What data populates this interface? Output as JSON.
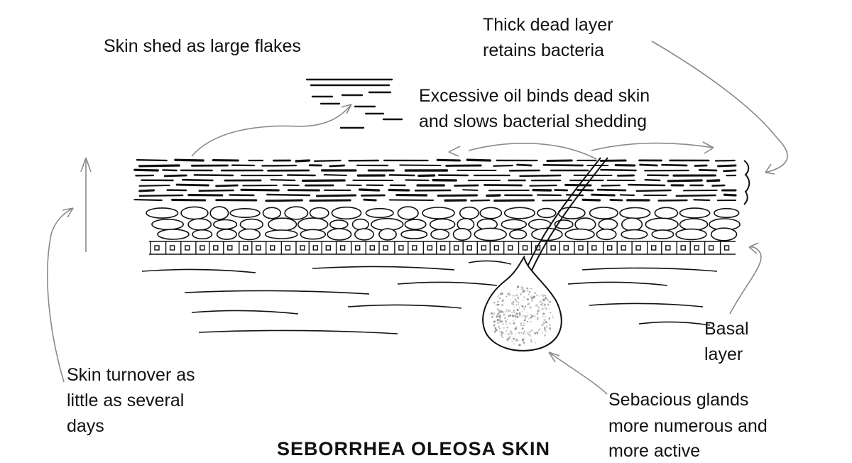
{
  "labels": {
    "flakes": "Skin shed as large flakes",
    "dead_layer": [
      "Thick dead layer",
      "retains bacteria"
    ],
    "oil": [
      "Excessive oil binds dead skin",
      "and slows bacterial shedding"
    ],
    "basal": [
      "Basal",
      "layer"
    ],
    "turnover": [
      "Skin turnover as",
      "little as several",
      "days"
    ],
    "glands": [
      "Sebacious glands",
      "more numerous and",
      "more active"
    ],
    "title": "SEBORRHEA OLEOSA SKIN"
  },
  "colors": {
    "ink": "#111111",
    "arrow": "#8a8a8a",
    "gland_fill": "#b5b5b5"
  }
}
